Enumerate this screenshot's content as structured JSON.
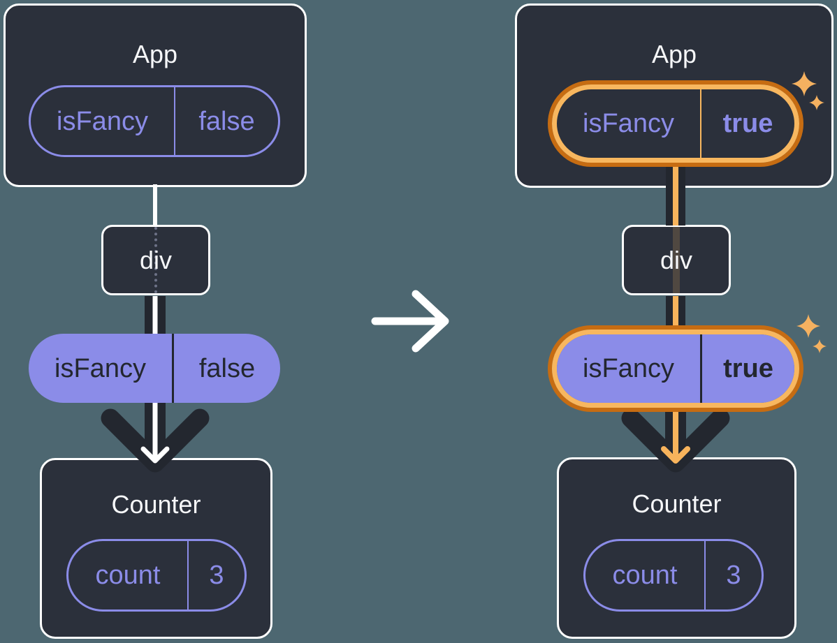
{
  "icons": {
    "transition_arrow": "right-arrow",
    "flow_arrow": "down-chevron-arrow",
    "sparkle": "four-point-star"
  },
  "colors": {
    "background": "#4d6771",
    "card": "#2b303b",
    "card_border": "#ffffff",
    "purple": "#8b8ce8",
    "ink": "#23272f",
    "highlight_orange": "#f8b75f",
    "highlight_orange_dark": "#c66c12",
    "white": "#ffffff"
  },
  "before": {
    "app_title": "App",
    "app_state": {
      "name": "isFancy",
      "value": "false"
    },
    "div_label": "div",
    "prop": {
      "name": "isFancy",
      "value": "false"
    },
    "counter_title": "Counter",
    "counter_state": {
      "name": "count",
      "value": "3"
    }
  },
  "after": {
    "app_title": "App",
    "app_state": {
      "name": "isFancy",
      "value": "true"
    },
    "div_label": "div",
    "prop": {
      "name": "isFancy",
      "value": "true"
    },
    "counter_title": "Counter",
    "counter_state": {
      "name": "count",
      "value": "3"
    }
  }
}
